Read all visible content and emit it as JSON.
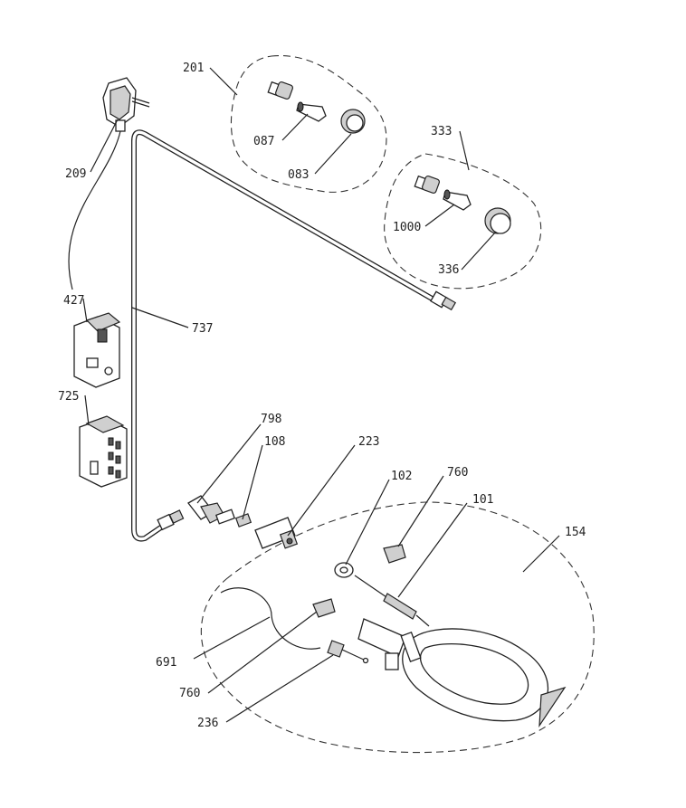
{
  "labels": {
    "p201": "201",
    "p087": "087",
    "p083": "083",
    "p209": "209",
    "p333": "333",
    "p1000": "1000",
    "p336": "336",
    "p427": "427",
    "p737": "737",
    "p725": "725",
    "p798": "798",
    "p108": "108",
    "p223": "223",
    "p102": "102",
    "p760a": "760",
    "p101": "101",
    "p154": "154",
    "p691": "691",
    "p760b": "760",
    "p236": "236"
  },
  "colors": {
    "line": "#222222",
    "background": "#ffffff",
    "shade": "#cfcfcf"
  }
}
